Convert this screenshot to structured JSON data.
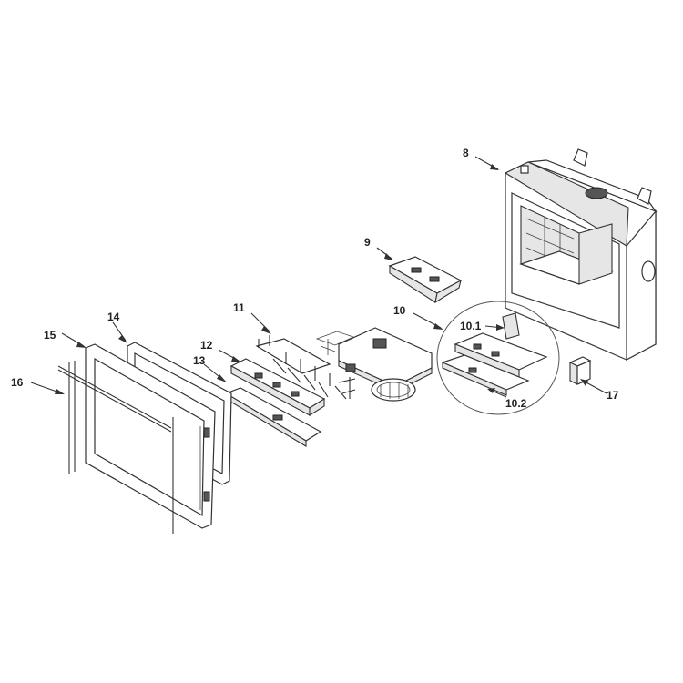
{
  "labels": {
    "l8": "8",
    "l9": "9",
    "l10": "10",
    "l10_1": "10.1",
    "l10_2": "10.2",
    "l11": "11",
    "l12": "12",
    "l13": "13",
    "l14": "14",
    "l15": "15",
    "l16": "16",
    "l17": "17"
  },
  "colors": {
    "line": "#333333",
    "shade": "#e6e6e6",
    "dark": "#555555"
  }
}
